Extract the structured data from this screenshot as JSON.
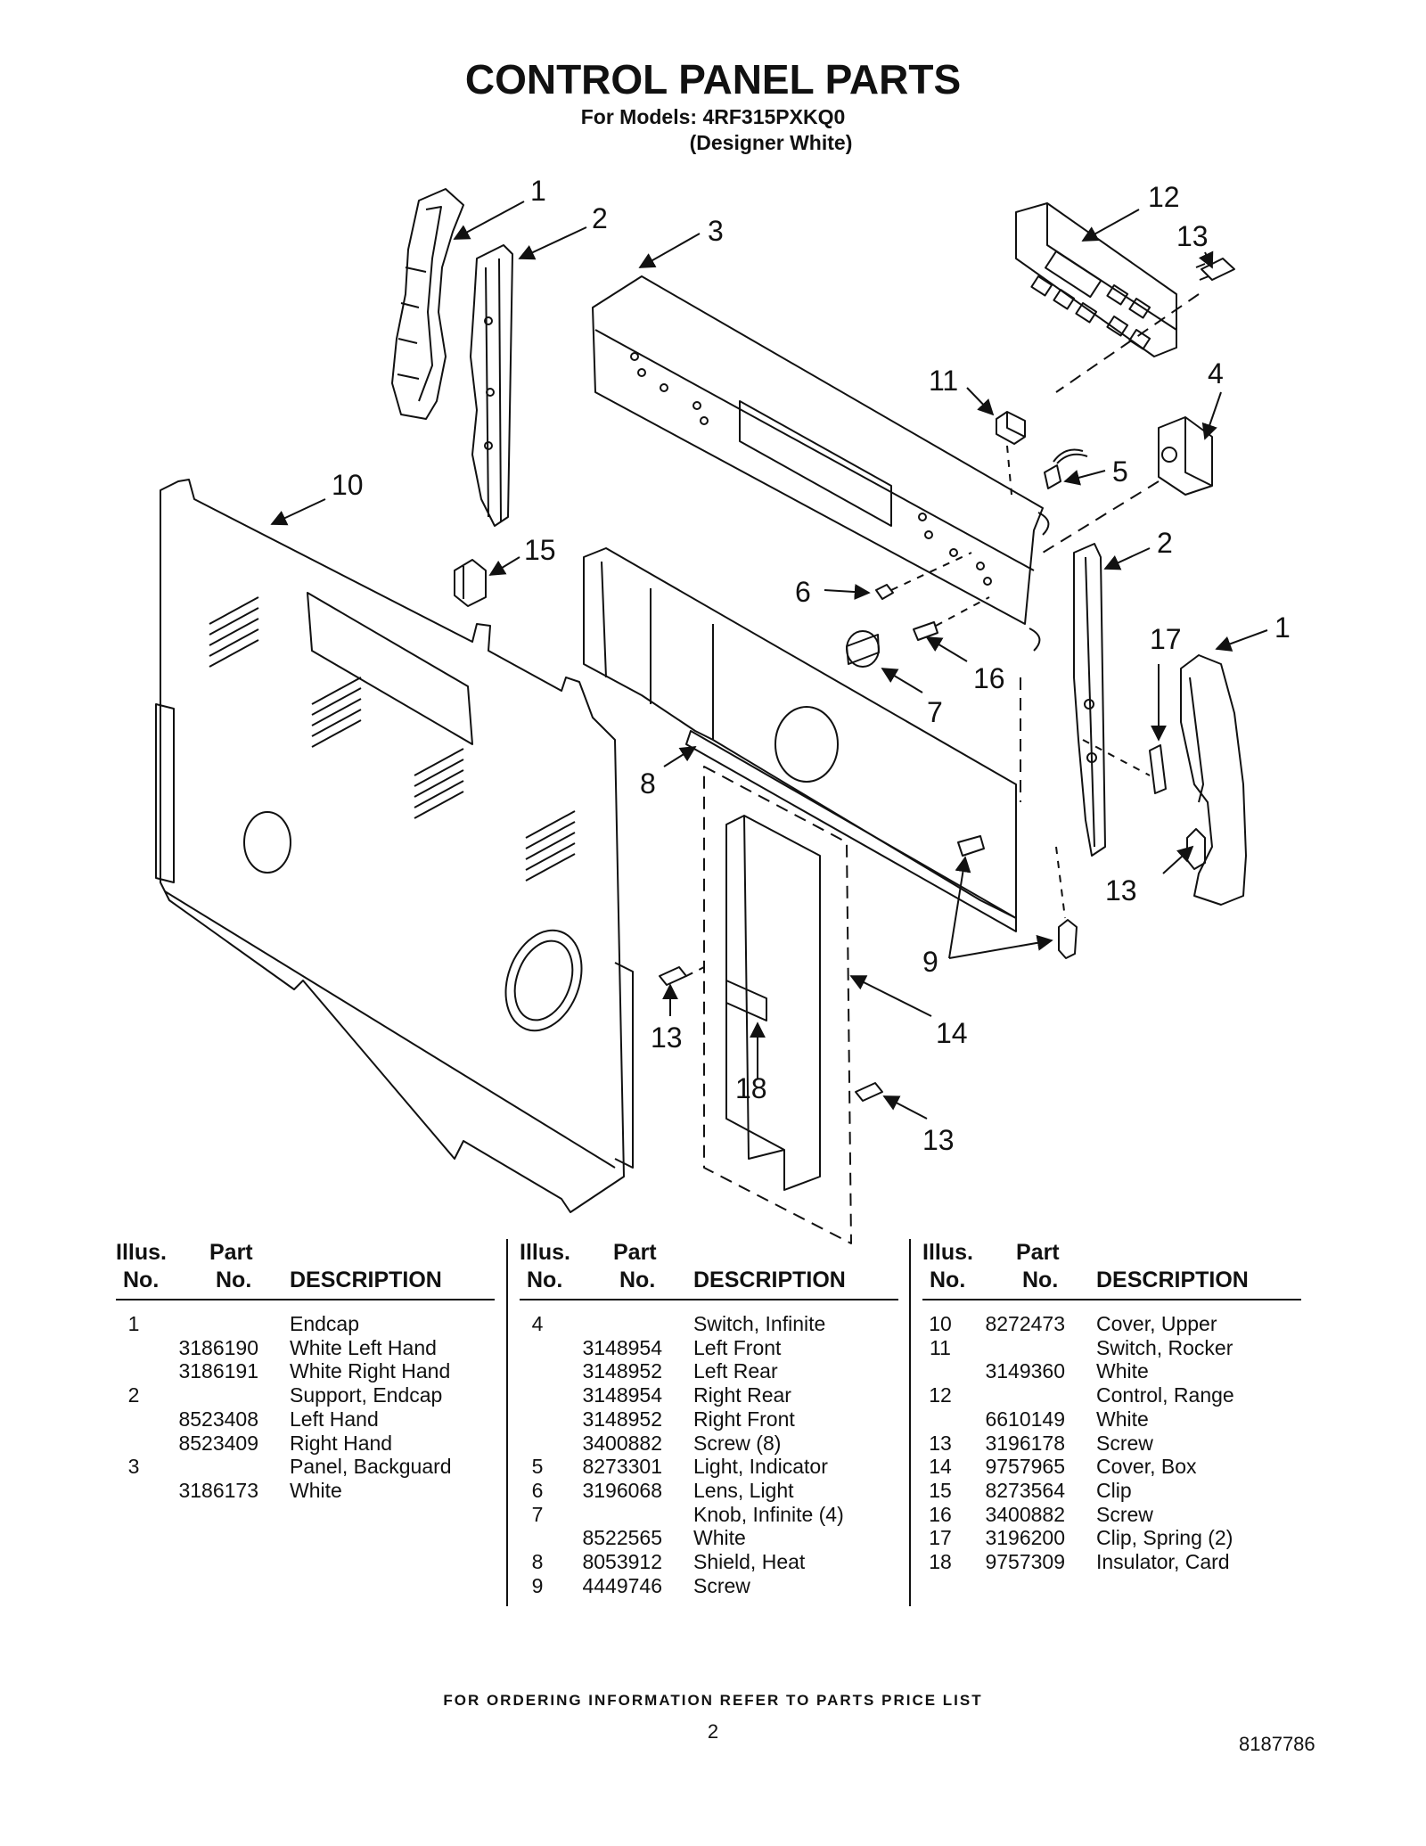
{
  "header": {
    "title": "CONTROL PANEL PARTS",
    "models_line1": "For Models: 4RF315PXKQ0",
    "models_line2": "(Designer White)"
  },
  "callouts": [
    "1",
    "2",
    "3",
    "12",
    "13",
    "11",
    "4",
    "5",
    "10",
    "2",
    "15",
    "6",
    "17",
    "1",
    "16",
    "7",
    "8",
    "13",
    "9",
    "13",
    "14",
    "18",
    "13"
  ],
  "table": {
    "headers": {
      "illus": [
        "Illus.",
        "No."
      ],
      "part": [
        "Part",
        "No."
      ],
      "desc": "DESCRIPTION"
    },
    "columns": [
      [
        {
          "illus": "1",
          "part": "",
          "desc": "Endcap"
        },
        {
          "illus": "",
          "part": "3186190",
          "desc": "White Left Hand"
        },
        {
          "illus": "",
          "part": "3186191",
          "desc": "White Right Hand"
        },
        {
          "illus": "2",
          "part": "",
          "desc": "Support, Endcap"
        },
        {
          "illus": "",
          "part": "8523408",
          "desc": "Left Hand"
        },
        {
          "illus": "",
          "part": "8523409",
          "desc": "Right Hand"
        },
        {
          "illus": "3",
          "part": "",
          "desc": "Panel, Backguard"
        },
        {
          "illus": "",
          "part": "3186173",
          "desc": "White"
        }
      ],
      [
        {
          "illus": "4",
          "part": "",
          "desc": "Switch, Infinite"
        },
        {
          "illus": "",
          "part": "3148954",
          "desc": "Left Front"
        },
        {
          "illus": "",
          "part": "3148952",
          "desc": "Left Rear"
        },
        {
          "illus": "",
          "part": "3148954",
          "desc": "Right Rear"
        },
        {
          "illus": "",
          "part": "3148952",
          "desc": "Right Front"
        },
        {
          "illus": "",
          "part": "3400882",
          "desc": "Screw (8)"
        },
        {
          "illus": "5",
          "part": "8273301",
          "desc": "Light, Indicator"
        },
        {
          "illus": "6",
          "part": "3196068",
          "desc": "Lens, Light"
        },
        {
          "illus": "7",
          "part": "",
          "desc": "Knob, Infinite (4)"
        },
        {
          "illus": "",
          "part": "8522565",
          "desc": "White"
        },
        {
          "illus": "8",
          "part": "8053912",
          "desc": "Shield, Heat"
        },
        {
          "illus": "9",
          "part": "4449746",
          "desc": "Screw"
        }
      ],
      [
        {
          "illus": "10",
          "part": "8272473",
          "desc": "Cover, Upper"
        },
        {
          "illus": "11",
          "part": "",
          "desc": "Switch, Rocker"
        },
        {
          "illus": "",
          "part": "3149360",
          "desc": "White"
        },
        {
          "illus": "12",
          "part": "",
          "desc": "Control, Range"
        },
        {
          "illus": "",
          "part": "6610149",
          "desc": "White"
        },
        {
          "illus": "13",
          "part": "3196178",
          "desc": "Screw"
        },
        {
          "illus": "14",
          "part": "9757965",
          "desc": "Cover, Box"
        },
        {
          "illus": "15",
          "part": "8273564",
          "desc": "Clip"
        },
        {
          "illus": "16",
          "part": "3400882",
          "desc": "Screw"
        },
        {
          "illus": "17",
          "part": "3196200",
          "desc": "Clip, Spring (2)"
        },
        {
          "illus": "18",
          "part": "9757309",
          "desc": "Insulator, Card"
        }
      ]
    ]
  },
  "footer": {
    "note": "FOR ORDERING INFORMATION REFER TO PARTS PRICE LIST",
    "page": "2",
    "doc_number": "8187786"
  }
}
